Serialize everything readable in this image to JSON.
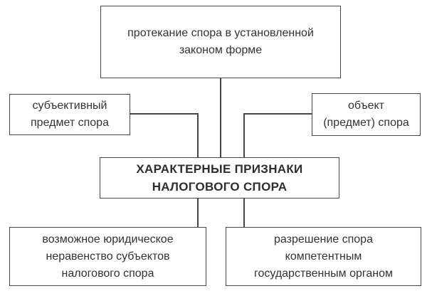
{
  "diagram": {
    "colors": {
      "background": "#ffffff",
      "line": "#474747",
      "text": "#333333",
      "text_strong": "#2e2e2e"
    },
    "nodes": {
      "top": {
        "lines": [
          "протекание спора в установленной",
          "законом форме"
        ]
      },
      "left": {
        "lines": [
          "субъективный",
          "предмет спора"
        ]
      },
      "right": {
        "lines": [
          "объект",
          "(предмет) спора"
        ]
      },
      "center": {
        "lines": [
          "ХАРАКТЕРНЫЕ ПРИЗНАКИ",
          "НАЛОГОВОГО СПОРА"
        ]
      },
      "bottom_left": {
        "lines": [
          "возможное юридическое",
          "неравенство субъектов",
          "налогового спора"
        ]
      },
      "bottom_right": {
        "lines": [
          "разрешение спора",
          "компетентным",
          "государственным органом"
        ]
      }
    }
  }
}
